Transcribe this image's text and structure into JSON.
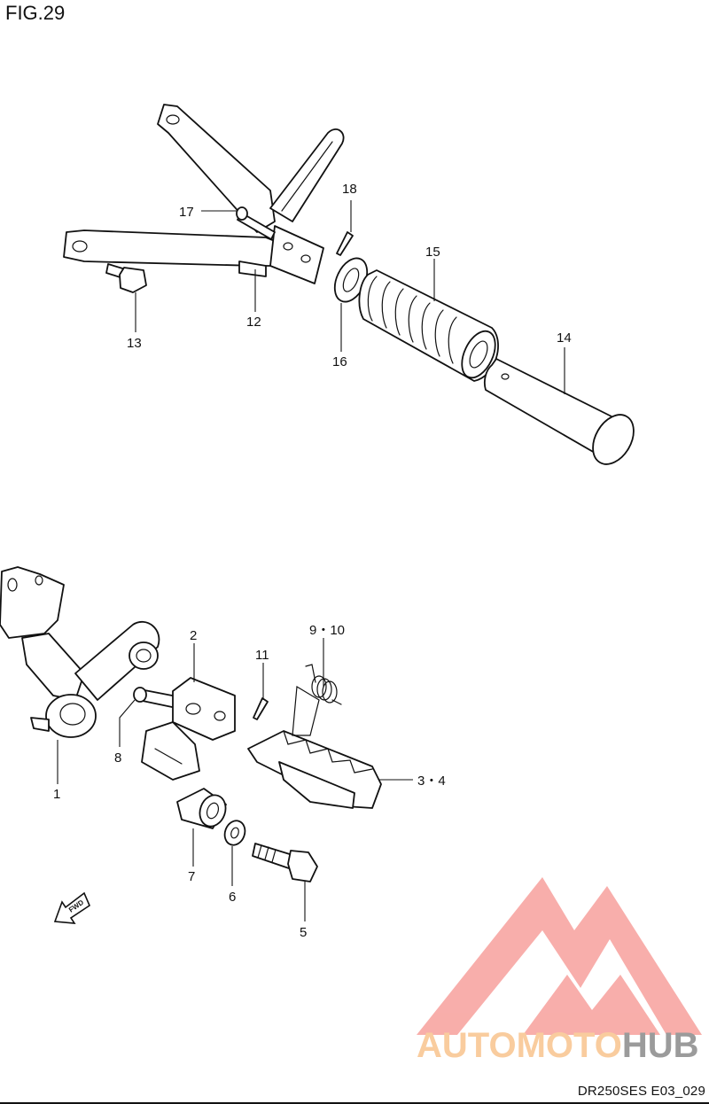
{
  "figure_title": "FIG.29",
  "figure_code": "DR250SES E03_029",
  "fwd_label": "FWD",
  "watermark": {
    "text_a": "AUTOMOTO",
    "text_b": "HUB",
    "color_a": "#f9c48e",
    "color_b": "#8a8a8a",
    "logo_color": "#f7a09c"
  },
  "callouts": [
    {
      "id": "c18",
      "label": "18"
    },
    {
      "id": "c17",
      "label": "17"
    },
    {
      "id": "c15",
      "label": "15"
    },
    {
      "id": "c12",
      "label": "12"
    },
    {
      "id": "c13",
      "label": "13"
    },
    {
      "id": "c16",
      "label": "16"
    },
    {
      "id": "c14",
      "label": "14"
    },
    {
      "id": "c2",
      "label": "2"
    },
    {
      "id": "c910",
      "label": "9・10"
    },
    {
      "id": "c11",
      "label": "11"
    },
    {
      "id": "c8",
      "label": "8"
    },
    {
      "id": "c1",
      "label": "1"
    },
    {
      "id": "c34",
      "label": "3・4"
    },
    {
      "id": "c7",
      "label": "7"
    },
    {
      "id": "c6",
      "label": "6"
    },
    {
      "id": "c5",
      "label": "5"
    }
  ]
}
